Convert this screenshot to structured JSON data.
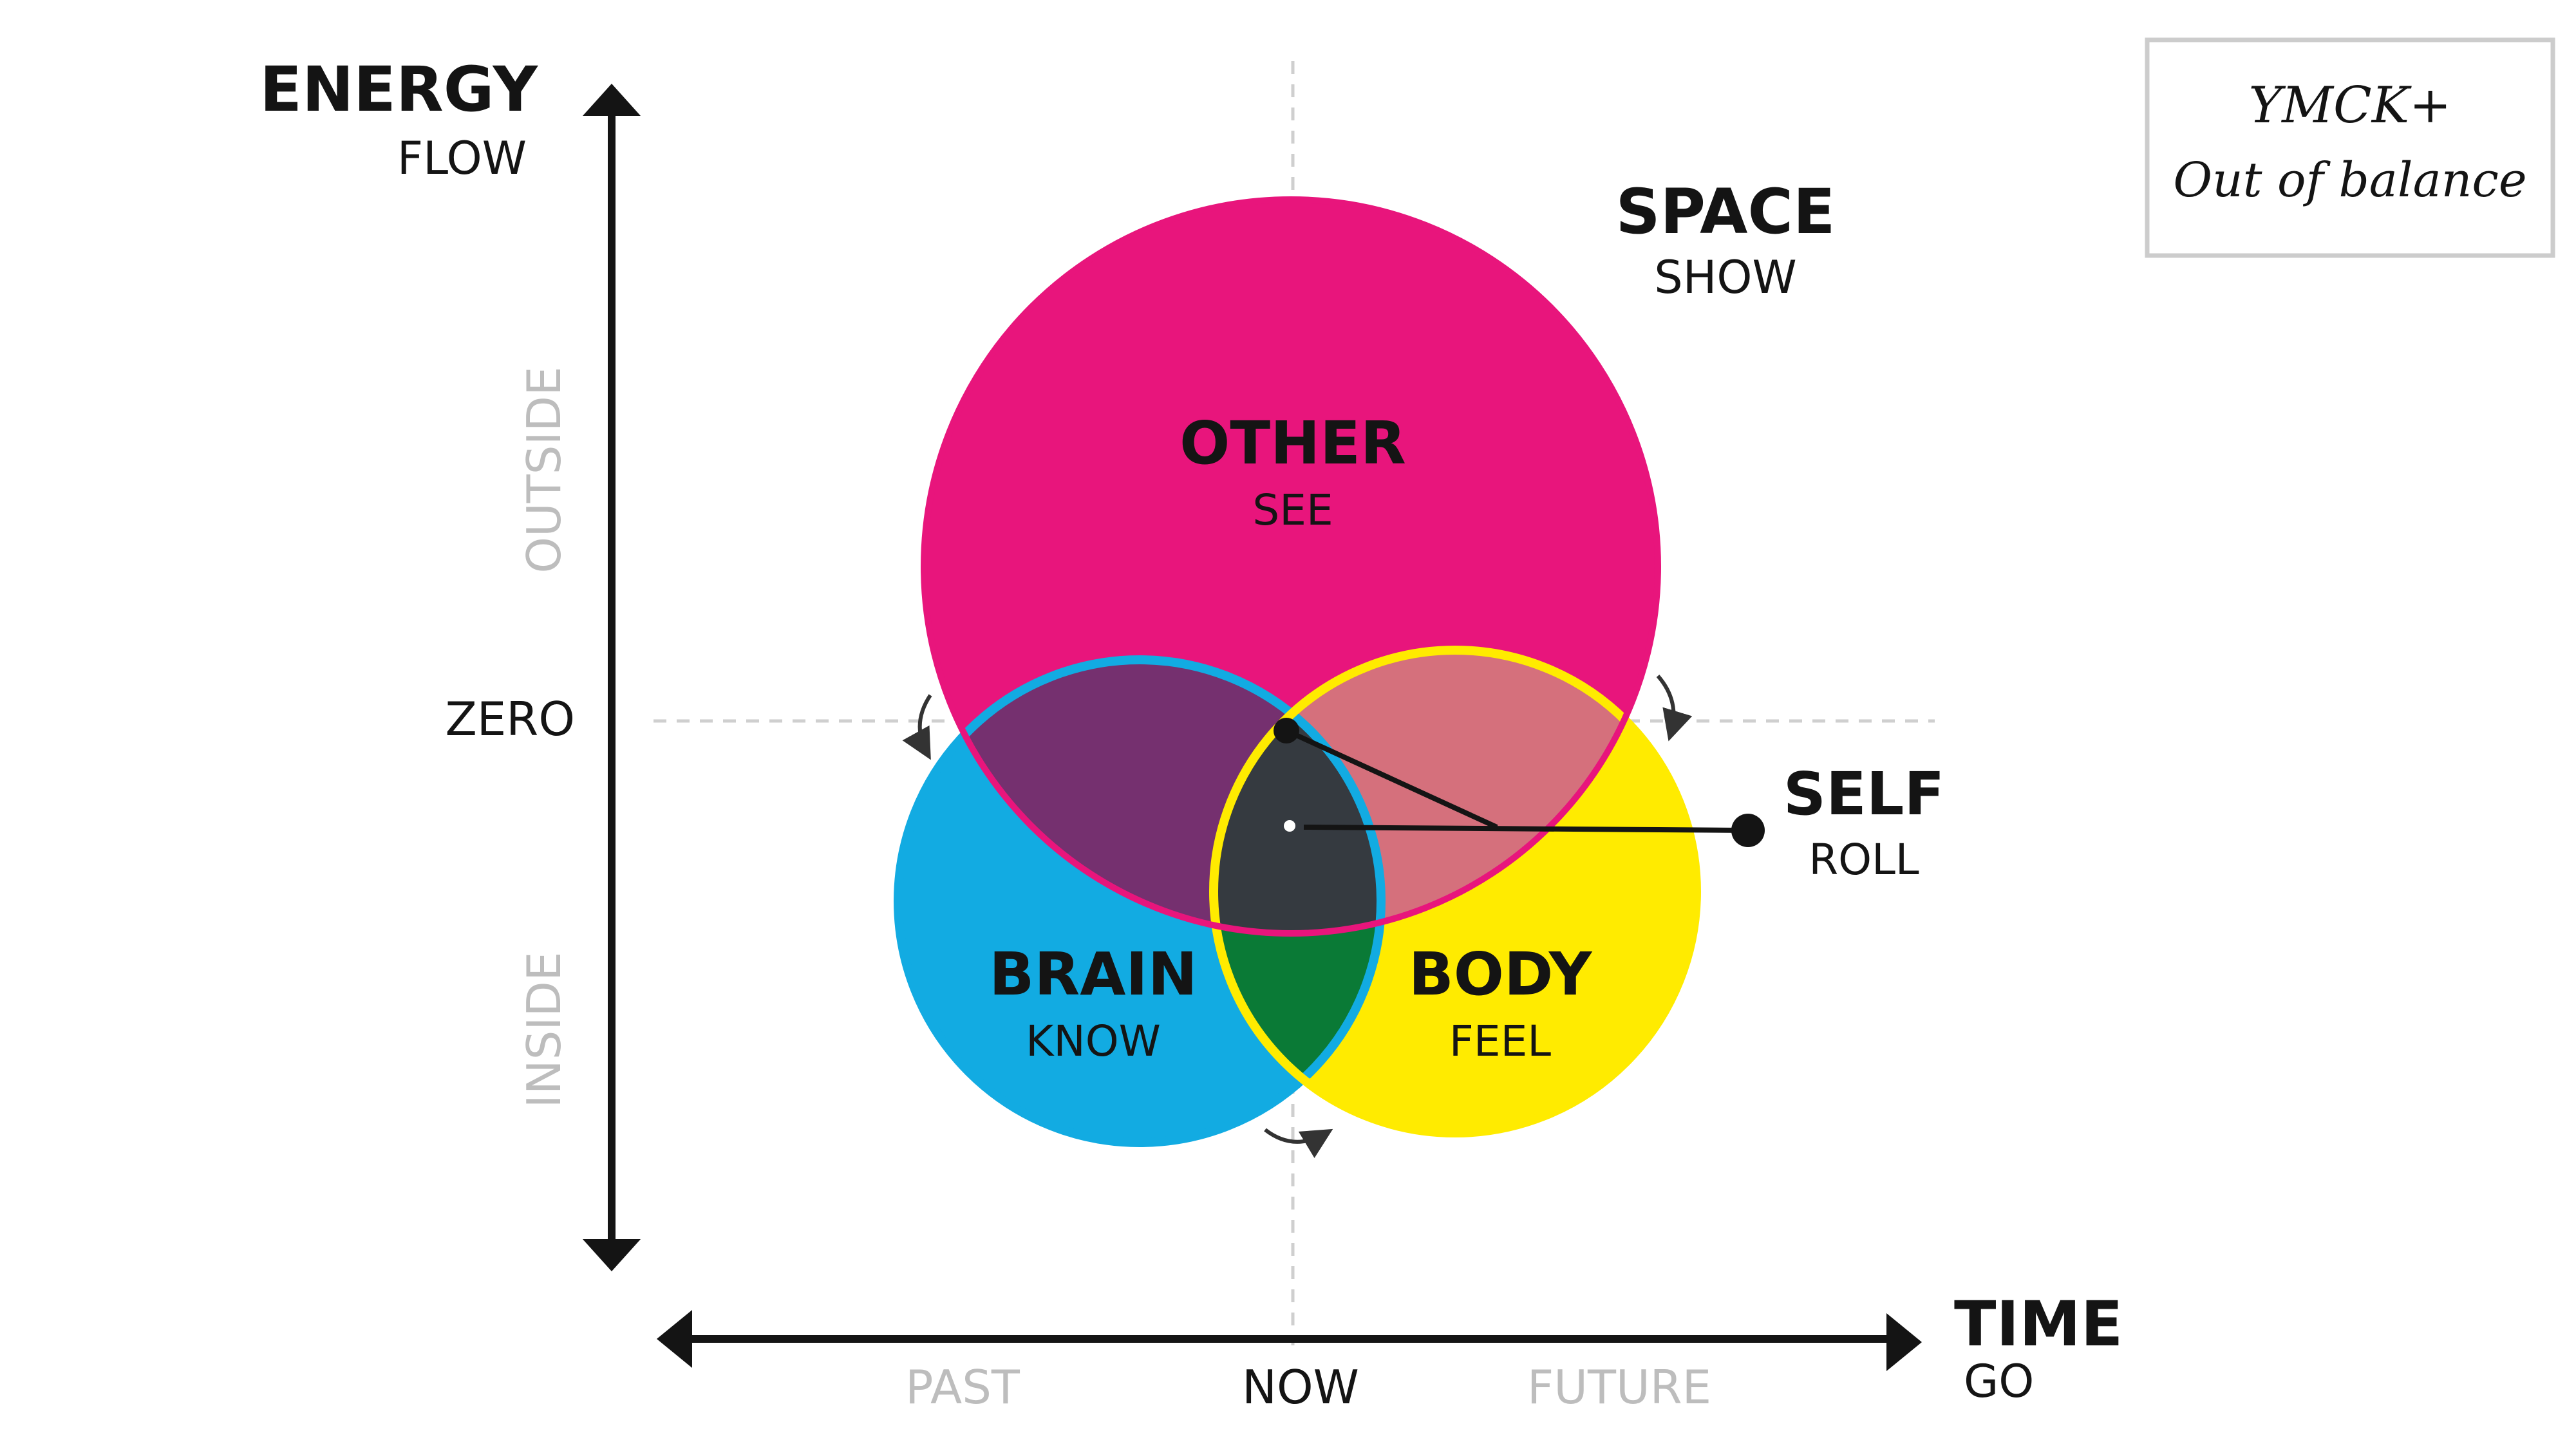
{
  "axes": {
    "energy": {
      "title": "ENERGY",
      "subtitle": "FLOW"
    },
    "time": {
      "title": "TIME",
      "subtitle": "GO"
    },
    "outside": "OUTSIDE",
    "inside": "INSIDE",
    "zero": "ZERO",
    "past": "PAST",
    "now": "NOW",
    "future": "FUTURE"
  },
  "space": {
    "title": "SPACE",
    "subtitle": "SHOW"
  },
  "circles": {
    "other": {
      "title": "OTHER",
      "subtitle": "SEE",
      "color": "#E8157C"
    },
    "brain": {
      "title": "BRAIN",
      "subtitle": "KNOW",
      "color": "#12ABE2"
    },
    "body": {
      "title": "BODY",
      "subtitle": "FEEL",
      "color": "#FFEB00"
    }
  },
  "self": {
    "title": "SELF",
    "subtitle": "ROLL"
  },
  "overlap_colors": {
    "other_brain": "#75306F",
    "other_body": "#D5707C",
    "brain_body": "#0A7A36",
    "center": "#353A40"
  },
  "legend": {
    "line1": "YMCK+",
    "line2": "Out of balance"
  },
  "colors": {
    "ink": "#141414",
    "muted": "#BDBDBD",
    "guide": "#CFCFCF"
  }
}
